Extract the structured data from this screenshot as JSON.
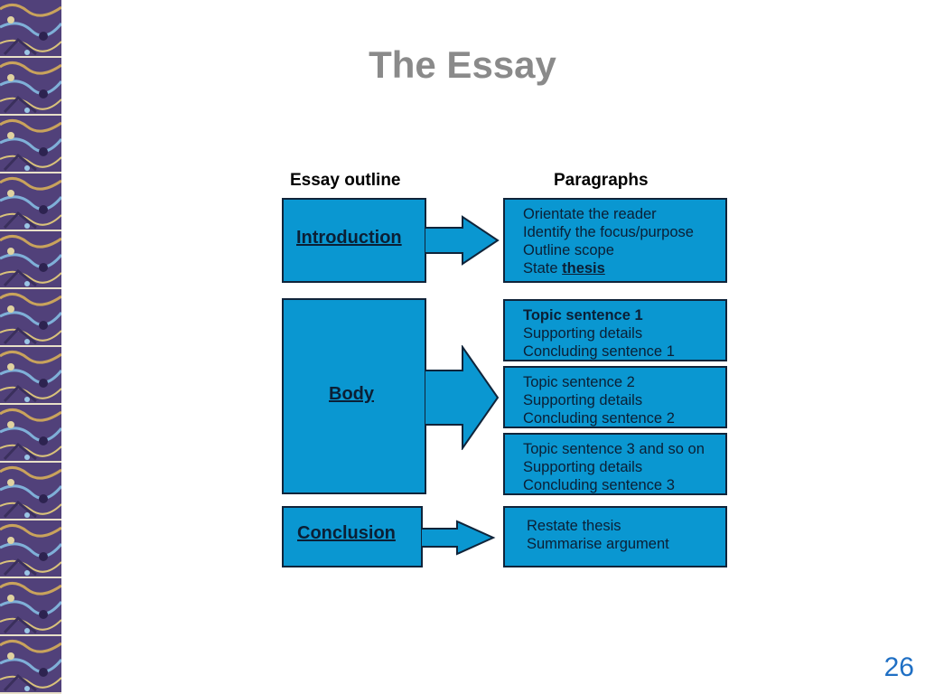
{
  "slide": {
    "title": "The Essay",
    "page_number": "26"
  },
  "diagram": {
    "col_outline": "Essay outline",
    "col_paragraphs": "Paragraphs",
    "outline": {
      "introduction": "Introduction",
      "body": "Body",
      "conclusion": "Conclusion"
    },
    "intro_para": {
      "line1": "Orientate the reader",
      "line2": "Identify the focus/purpose",
      "line3": "Outline scope",
      "line4_prefix": "State ",
      "line4_emph": "thesis"
    },
    "body_para1": {
      "line1": "Topic sentence 1",
      "line2": "Supporting details",
      "line3": "Concluding sentence 1"
    },
    "body_para2": {
      "line1": "Topic sentence 2",
      "line2": "Supporting details",
      "line3": "Concluding sentence 2"
    },
    "body_para3": {
      "line1": "Topic sentence 3 and so on",
      "line2": "Supporting details",
      "line3": "Concluding sentence 3"
    },
    "conclusion_para": {
      "line1": "Restate thesis",
      "line2": "Summarise argument"
    }
  }
}
